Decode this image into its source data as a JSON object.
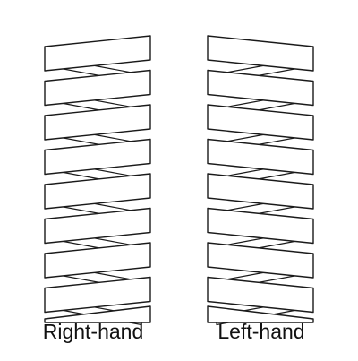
{
  "labels": {
    "right": "Right-hand",
    "left": "Left-hand"
  },
  "colors": {
    "stroke": "#1a1a1a",
    "fill": "#ffffff",
    "text": "#111111"
  },
  "threads": {
    "turns": 8
  }
}
